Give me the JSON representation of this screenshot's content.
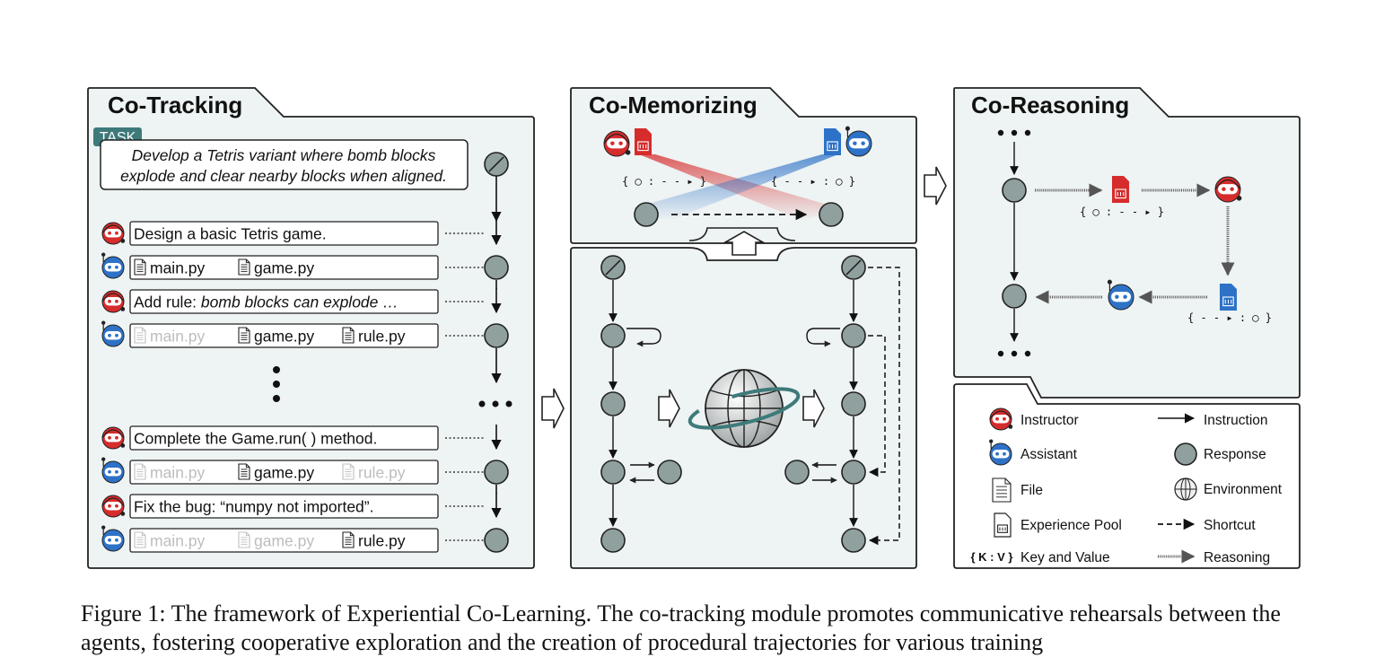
{
  "panels": {
    "tracking": {
      "title": "Co-Tracking"
    },
    "memorizing": {
      "title": "Co-Memorizing"
    },
    "reasoning": {
      "title": "Co-Reasoning"
    }
  },
  "task": {
    "badge": "TASK",
    "line1": "Develop a Tetris variant where bomb blocks",
    "line2": "explode and clear nearby blocks when aligned."
  },
  "instructions": [
    {
      "text": "Design a basic Tetris game."
    },
    {
      "prefix": "Add rule: ",
      "text": "bomb blocks can explode …"
    },
    {
      "text": "Complete the Game.run( ) method."
    },
    {
      "text": "Fix the bug: “numpy not imported”."
    }
  ],
  "files": {
    "main": "main.py",
    "game": "game.py",
    "rule": "rule.py"
  },
  "kv": {
    "red": "{ ◯ : - - ▸ }",
    "blue": "{ - - ▸ : ◯ }"
  },
  "legend": {
    "instructor": "Instructor",
    "assistant": "Assistant",
    "file": "File",
    "pool": "Experience Pool",
    "kv_sym": "{ K : V }",
    "kv": "Key and Value",
    "instruction": "Instruction",
    "response": "Response",
    "environment": "Environment",
    "shortcut": "Shortcut",
    "reasoning": "Reasoning"
  },
  "caption": "Figure 1: The framework of Experiential Co-Learning. The co-tracking module promotes communicative rehearsals between the agents, fostering cooperative exploration and the creation of procedural trajectories for various training",
  "colors": {
    "red": "#d62c2c",
    "blue": "#2d72c7",
    "node": "#8fa09e",
    "panel": "#eef3f3",
    "badge": "#3e7a7a"
  }
}
